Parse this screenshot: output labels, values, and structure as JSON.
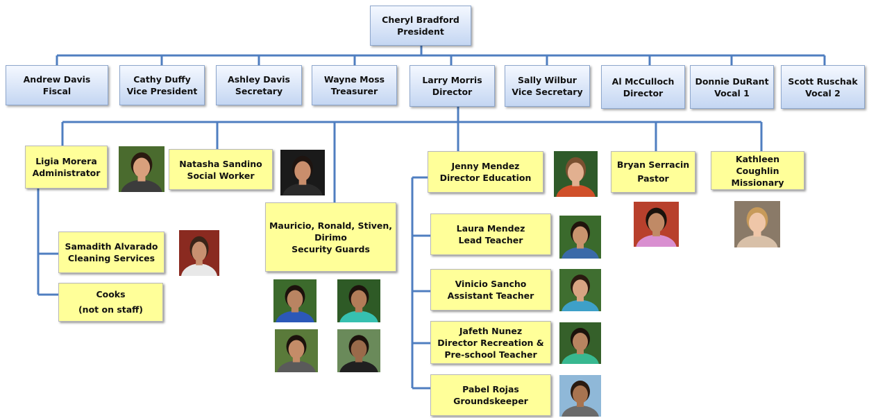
{
  "colors": {
    "line": "#4f7ec0",
    "blue_box_top": "#f4f8ff",
    "blue_box_bottom": "#c4d6f2",
    "yellow_box": "#ffff99"
  },
  "president": {
    "name": "Cheryl Bradford",
    "role": "President"
  },
  "board": [
    {
      "name": "Andrew Davis",
      "role": "Fiscal"
    },
    {
      "name": "Cathy Duffy",
      "role": "Vice President"
    },
    {
      "name": "Ashley Davis",
      "role": "Secretary"
    },
    {
      "name": "Wayne Moss",
      "role": "Treasurer"
    },
    {
      "name": "Larry Morris",
      "role": "Director"
    },
    {
      "name": "Sally Wilbur",
      "role": "Vice Secretary"
    },
    {
      "name": "Al McCulloch",
      "role": "Director"
    },
    {
      "name": "Donnie DuRant",
      "role": "Vocal 1"
    },
    {
      "name": "Scott Ruschak",
      "role": "Vocal 2"
    }
  ],
  "staff": {
    "ligia": {
      "name": "Ligia Morera",
      "role": "Administrator"
    },
    "natasha": {
      "name": "Natasha Sandino",
      "role": "Social Worker"
    },
    "guards": {
      "name": "Mauricio, Ronald, Stiven, Dirimo",
      "role": "Security Guards"
    },
    "samadith": {
      "name": "Samadith Alvarado",
      "role": "Cleaning Services"
    },
    "cooks": {
      "name": "Cooks",
      "role": "(not on staff)"
    },
    "jenny": {
      "name": "Jenny Mendez",
      "role": "Director Education"
    },
    "bryan": {
      "name": "Bryan Serracin",
      "role": "Pastor"
    },
    "kathleen": {
      "name": "Kathleen Coughlin",
      "role": "Missionary"
    },
    "laura": {
      "name": "Laura Mendez",
      "role": "Lead Teacher"
    },
    "vinicio": {
      "name": "Vinicio Sancho",
      "role": "Assistant Teacher"
    },
    "jafeth": {
      "name": "Jafeth Nunez",
      "role": "Director Recreation &",
      "role2": "Pre-school Teacher"
    },
    "pabel": {
      "name": "Pabel Rojas",
      "role": "Groundskeeper"
    }
  },
  "photos": {
    "ligia": {
      "bg": "#4a6b2e",
      "skin": "#d9a07c",
      "hair": "#2a1a10",
      "shirt": "#3c3c3c"
    },
    "natasha": {
      "bg": "#1a1a1a",
      "skin": "#c98e6c",
      "hair": "#1e1410",
      "shirt": "#2a2a2a"
    },
    "samadith": {
      "bg": "#8a2a20",
      "skin": "#c89070",
      "hair": "#3a2418",
      "shirt": "#e8e8e8"
    },
    "jenny": {
      "bg": "#2f5a2a",
      "skin": "#e2b090",
      "hair": "#7a5030",
      "shirt": "#d0502a"
    },
    "bryan": {
      "bg": "#b8402c",
      "skin": "#c08a66",
      "hair": "#1a120c",
      "shirt": "#d98fd0"
    },
    "kathleen": {
      "bg": "#8a7a68",
      "skin": "#efc6a8",
      "hair": "#c79a5a",
      "shirt": "#d8c0a8"
    },
    "laura": {
      "bg": "#3a6a2c",
      "skin": "#c9946e",
      "hair": "#20140c",
      "shirt": "#3a6aa8"
    },
    "vinicio": {
      "bg": "#3f6e30",
      "skin": "#d8a482",
      "hair": "#2a1a10",
      "shirt": "#3ea0c8"
    },
    "jafeth": {
      "bg": "#35602a",
      "skin": "#b88460",
      "hair": "#1c120c",
      "shirt": "#38b890"
    },
    "pabel": {
      "bg": "#8fb8d8",
      "skin": "#a87450",
      "hair": "#2a1a10",
      "shirt": "#6a6a6a"
    },
    "guard1": {
      "bg": "#3c6a2c",
      "skin": "#b98462",
      "hair": "#1c120c",
      "shirt": "#2c58b8"
    },
    "guard2": {
      "bg": "#2e5a26",
      "skin": "#b27c58",
      "hair": "#1c120c",
      "shirt": "#36c0b0"
    },
    "guard3": {
      "bg": "#5a7a3a",
      "skin": "#c48c68",
      "hair": "#1c120c",
      "shirt": "#5a5a5a"
    },
    "guard4": {
      "bg": "#6a8a5a",
      "skin": "#9a6a4a",
      "hair": "#1c120c",
      "shirt": "#202020"
    }
  }
}
